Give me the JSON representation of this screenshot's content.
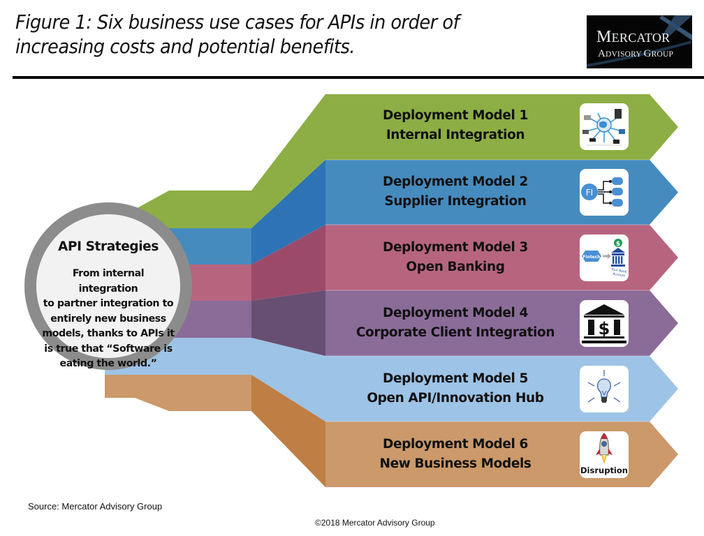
{
  "figure": {
    "title_line1": "Figure 1: Six business use cases for APIs in order of",
    "title_line2": "increasing costs and potential benefits."
  },
  "logo": {
    "line1_first": "M",
    "line1_rest": "ERCATOR",
    "line2_a_first": "A",
    "line2_a_rest": "DVISORY ",
    "line2_b_first": "G",
    "line2_b_rest": "ROUP"
  },
  "center": {
    "title": "API Strategies",
    "body_lines": [
      "From internal integration",
      "to partner integration to",
      "entirely new business",
      "models, thanks to APIs it",
      "is true that “Software is",
      "eating the world.”"
    ]
  },
  "models": [
    {
      "name": "Deployment Model 1",
      "label": "Internal Integration",
      "color": "#8DAE44",
      "dark": "#8DAE44",
      "icon": "network-globe-icon"
    },
    {
      "name": "Deployment Model 2",
      "label": "Supplier Integration",
      "color": "#468BBE",
      "dark": "#2E73B5",
      "icon": "supplier-tree-icon",
      "icon_text": "FI"
    },
    {
      "name": "Deployment Model 3",
      "label": "Open Banking",
      "color": "#B7657F",
      "dark": "#9C4A6A",
      "icon": "fintech-bank-icon",
      "icon_text": "Fintech",
      "icon_subtext": "Your Bank Account"
    },
    {
      "name": "Deployment Model 4",
      "label": "Corporate Client Integration",
      "color": "#8B6C98",
      "dark": "#674F72",
      "icon": "bank-building-dollar-icon"
    },
    {
      "name": "Deployment Model 5",
      "label": "Open API/Innovation Hub",
      "color": "#9DC3E6",
      "dark": "#9DC3E6",
      "icon": "lightbulb-icon"
    },
    {
      "name": "Deployment Model 6",
      "label": "New Business Models",
      "color": "#CB996A",
      "dark": "#BF7E44",
      "icon": "rocket-icon",
      "icon_text": "Disruption"
    }
  ],
  "footer": {
    "source": "Source: Mercator Advisory Group",
    "copyright": "©2018 Mercator Advisory Group"
  }
}
